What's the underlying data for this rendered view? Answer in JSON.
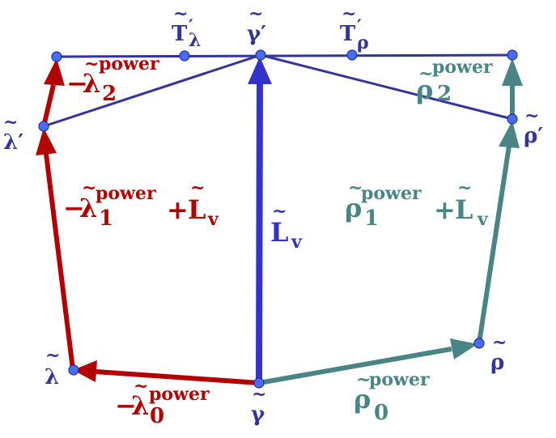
{
  "colors": {
    "navy": "#333399",
    "red": "#b30000",
    "blue": "#3333cc",
    "teal": "#4a8585",
    "dot_fill": "#4a6cf0",
    "dot_stroke": "#1f2f9f"
  },
  "labels": {
    "gamma_tilde": {
      "base": "γ",
      "tilde": "~"
    },
    "gamma_prime": {
      "base": "γ′",
      "tilde": "~"
    },
    "lambda_tilde": {
      "base": "λ",
      "tilde": "~"
    },
    "lambda_prime": {
      "base": "λ′",
      "tilde": "~"
    },
    "rho_tilde": {
      "base": "ρ",
      "tilde": "~"
    },
    "rho_prime": {
      "base": "ρ′",
      "tilde": "~"
    },
    "T_lambda": {
      "base": "T",
      "prime": "′",
      "sub": "λ",
      "tilde": "~"
    },
    "T_rho": {
      "base": "T",
      "prime": "′",
      "sub": "ρ",
      "tilde": "~"
    },
    "L_v_center": {
      "base": "L",
      "sub": "v",
      "tilde": "~"
    },
    "lambda0": {
      "sign": "−",
      "base": "λ",
      "tilde": "~",
      "sub": "0",
      "sup": "power"
    },
    "lambda1": {
      "sign": "−",
      "base": "λ",
      "tilde": "~",
      "sub": "1",
      "sup": "power",
      "plus": "+",
      "L": "L",
      "Lsub": "v"
    },
    "lambda2": {
      "sign": "−",
      "base": "λ",
      "tilde": "~",
      "sub": "2",
      "sup": "power"
    },
    "rho0": {
      "base": "ρ",
      "tilde": "~",
      "sub": "0",
      "sup": "power"
    },
    "rho1": {
      "base": "ρ",
      "tilde": "~",
      "sub": "1",
      "sup": "power",
      "plus": "+",
      "L": "L",
      "Lsub": "v"
    },
    "rho2": {
      "base": "ρ",
      "tilde": "~",
      "sub": "2",
      "sup": "power"
    }
  }
}
